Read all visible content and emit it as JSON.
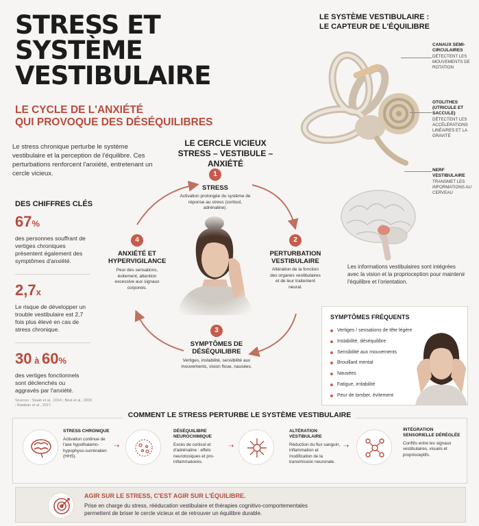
{
  "title": {
    "lines": [
      "STRESS ET",
      "SYSTÈME",
      "VESTIBULAIRE"
    ]
  },
  "subtitle": {
    "lines": [
      "LE CYCLE DE L'ANXIÉTÉ",
      "QUI PROVOQUE DES DÉSÉQUILIBRES"
    ]
  },
  "intro": "Le stress chronique perturbe le système vestibulaire et la perception de l'équilibre. Ces perturbations renforcent l'anxiété, entretenant un cercle vicieux.",
  "stats": {
    "heading": "DES CHIFFRES CLÉS",
    "items": [
      {
        "value": "67",
        "unit": "%",
        "text": "des personnes souffrant de vertiges chroniques présentent également des symptômes d'anxiété."
      },
      {
        "value": "2,7",
        "unit": "x",
        "text": "Le risque de développer un trouble vestibulaire est 2,7 fois plus élevé en cas de stress chronique."
      },
      {
        "value": "30",
        "mid": " à ",
        "value2": "60",
        "unit": "%",
        "text": "des vertiges fonctionnels sont déclenchés ou aggravés par l'anxiété."
      }
    ],
    "sources": "Sources : Staab et al., 2014 ; Best et al., 2009 ; Balaban et al., 2017"
  },
  "cycle": {
    "title": [
      "LE CERCLE VICIEUX",
      "STRESS – VESTIBULE – ANXIÉTÉ"
    ],
    "nodes": [
      {
        "num": "1",
        "heading": "STRESS",
        "text": "Activation prolongée du système de réponse au stress (cortisol, adrénaline)."
      },
      {
        "num": "2",
        "heading": "PERTURBATION VESTIBULAIRE",
        "text": "Altération de la fonction des organes vestibulaires et de leur traitement neural."
      },
      {
        "num": "3",
        "heading": "SYMPTÔMES DE DÉSÉQUILIBRE",
        "text": "Vertiges, instabilité, sensibilité aux mouvements, vision floue, nausées."
      },
      {
        "num": "4",
        "heading": "ANXIÉTÉ ET HYPERVIGILANCE",
        "text": "Peur des sensations, évitement, attention excessive aux signaux corporels."
      }
    ]
  },
  "vestibular": {
    "heading": [
      "LE SYSTÈME VESTIBULAIRE :",
      "LE CAPTEUR DE L'ÉQUILIBRE"
    ],
    "labels": [
      {
        "heading": "CANAUX SEMI-CIRCULAIRES",
        "text": "DÉTECTENT LES MOUVEMENTS DE ROTATION"
      },
      {
        "heading": "OTOLITHES (UTRICULE ET SACCULE)",
        "text": "DÉTECTENT LES ACCÉLÉRATIONS LINÉAIRES ET LA GRAVITÉ"
      },
      {
        "heading": "NERF VESTIBULAIRE",
        "text": "TRANSMET LES INFORMATIONS AU CERVEAU"
      }
    ],
    "info": "Les informations vestibulaires sont intégrées avec la vision et la proprioception pour maintenir l'équilibre et l'orientation."
  },
  "symptoms": {
    "heading": "SYMPTÔMES FRÉQUENTS",
    "items": [
      "Vertiges / sensations de tête légère",
      "Instabilité, déséquilibre",
      "Sensibilité aux mouvements",
      "Brouillard mental",
      "Nausées",
      "Fatigue, irritabilité",
      "Peur de tomber, évitement"
    ]
  },
  "mechanism": {
    "heading": "COMMENT LE STRESS PERTURBE LE SYSTÈME VESTIBULAIRE",
    "steps": [
      {
        "heading": "STRESS CHRONIQUE",
        "text": "Activation continue de l'axe hypothalamo-hypophyso-surrénalien (HHS)."
      },
      {
        "heading": "DÉSÉQUILIBRE NEUROCHIMIQUE",
        "text": "Excès de cortisol et d'adrénaline : effets neurotoxiques et pro-inflammatoires."
      },
      {
        "heading": "ALTÉRATION VESTIBULAIRE",
        "text": "Réduction du flux sanguin, inflammation et modification de la transmission neuronale."
      },
      {
        "heading": "INTÉGRATION SENSORIELLE DÉRÉGLÉE",
        "text": "Conflits entre les signaux vestibulaires, visuels et proprioceptifs."
      }
    ]
  },
  "cta": {
    "heading": "AGIR SUR LE STRESS, C'EST AGIR SUR L'ÉQUILIBRE.",
    "text": "Prise en charge du stress, rééducation vestibulaire et thérapies cognitivo-comportementales permettent de briser le cercle vicieux et de retrouver un équilibre durable."
  },
  "colors": {
    "accent": "#b84a3c",
    "circle": "#c65c4b",
    "arrow": "#c0705f"
  }
}
